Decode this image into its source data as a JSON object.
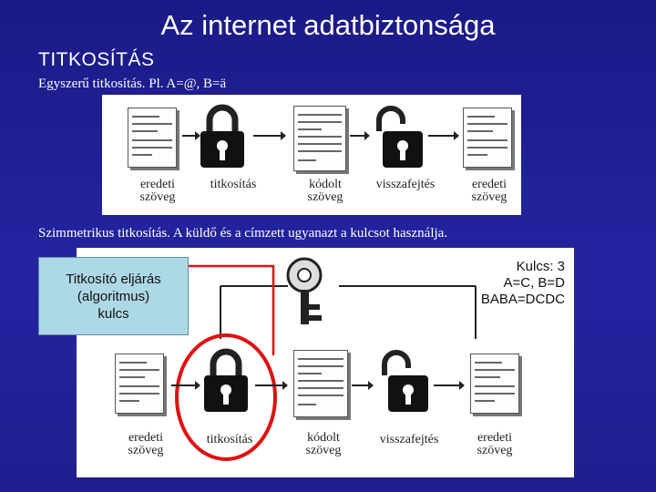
{
  "header": {
    "title": "Az internet adatbiztonsága",
    "subtitle": "TITKOSÍTÁS"
  },
  "section1": {
    "caption": "Egyszerű titkosítás. Pl. A=@, B=ä",
    "labels": {
      "original1": [
        "eredeti",
        "szöveg"
      ],
      "encrypt": "titkosítás",
      "encoded": [
        "kódolt",
        "szöveg"
      ],
      "decrypt": "visszafejtés",
      "original2": [
        "eredeti",
        "szöveg"
      ]
    }
  },
  "section2": {
    "caption": "Szimmetrikus titkosítás. A küldő és a címzett ugyanazt a kulcsot használja.",
    "callout": [
      "Titkosító eljárás",
      "(algoritmus)",
      "kulcs"
    ],
    "key_info": [
      "Kulcs: 3",
      "A=C, B=D",
      "BABA=DCDC"
    ],
    "labels": {
      "original1": [
        "eredeti",
        "szöveg"
      ],
      "encrypt": "titkosítás",
      "encoded": [
        "kódolt",
        "szöveg"
      ],
      "decrypt": "visszafejtés",
      "original2": [
        "eredeti",
        "szöveg"
      ]
    }
  },
  "colors": {
    "background": "#1c1c8e",
    "callout_fill": "#add8e6",
    "highlight": "#e01010"
  }
}
